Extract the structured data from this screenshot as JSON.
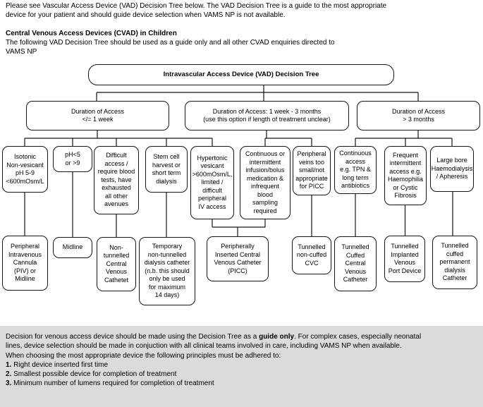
{
  "colors": {
    "background": "#ffffff",
    "footer_background": "#dbdbdb",
    "box_border": "#161616",
    "text": "#000000"
  },
  "intro": {
    "p1": "Please see Vascular Access Device (VAD) Decision Tree below. The VAD Decision Tree is a guide to the most appropriate\ndevice for your patient and should guide device selection when VAMS NP is not available.",
    "heading": "Central Venous Access Devices (CVAD) in Children",
    "p2": "The following VAD Decision Tree should be used as a guide only and all other CVAD enquiries directed to\nVAMS NP"
  },
  "tree": {
    "title": "Intravascular Access Device (VAD) Decision Tree",
    "nodes": {
      "duration_1week": "Duration of Access\n</= 1 week",
      "duration_1wk_3mo": "Duration of Access: 1 week - 3 months\n(use this option if length of treatment unclear)",
      "duration_3mo": "Duration of Access\n> 3 months",
      "isotonic": "Isotonic\nNon-vesicant\npH 5-9\n<600mOsm/L",
      "ph": "pH<5\nor >9",
      "difficult": "Difficult\naccess /\nrequire blood\ntests, have\nexhausted\nall other\navenues",
      "stem_cell": "Stem cell\nharvest or\nshort term\ndialysis",
      "hypertonic": "Hypertonic\nvesicant\n>600mOsm/L,\nlimited /\ndifficult\nperipheral\nIV access",
      "continuous_infusion": "Continuous or\nintermittent\ninfusion/bolus\nmedication &\ninfrequent\nblood\nsampling\nrequired",
      "small_veins": "Peripheral\nveins too\nsmall/not\nappropriate\nfor PICC",
      "continuous_access": "Continuous\naccess\ne.g. TPN &\nlong term\nantibiotics",
      "frequent_access": "Frequent\nintermittent\naccess e.g.\nHaemophilia\nor Cystic\nFibrosis",
      "large_bore": "Large bore\nHaemodialysis\n/ Apheresis",
      "piv": "Peripheral\nIntravenous\nCannula\n(PIV) or\nMidline",
      "midline": "Midline",
      "non_tunnelled": "Non-\ntunnelled\nCentral\nVenous\nCathetet",
      "temporary": "Temporary\nnon-tunnelled\ndialysis catheter\n(n.b. this should\nonly be used\nfor maximum\n14 days)",
      "picc": "Peripherally\nInserted Central\nVenous Catheter\n(PICC)",
      "tunnelled_noncuffed": "Tunnelled\nnon-cuffed\nCVC",
      "tunnelled_cuffed": "Tunnelled\nCuffed\nCentral\nVenous\nCatheter",
      "port_device": "Tunnelled\nImplanted\nVenous\nPort Device",
      "permanent_dialysis": "Tunnelled\ncuffed\npermanent\ndialysis\nCatheter"
    }
  },
  "footer": {
    "p1_pre": "Decision for venous access device should be made using the Decision Tree as a ",
    "p1_bold": "guide only",
    "p1_post": ". For complex cases, especially neonatal lines, device selection should be made in conjuction with all clinical teams involved in care, including VAMS NP when available.",
    "p2": "When choosing the most appropriate device the following principles must be adhered to:",
    "principles": [
      {
        "num": "1.",
        "text": "Right device inserted first time"
      },
      {
        "num": "2.",
        "text": "Smallest possible device for completion of treatment"
      },
      {
        "num": "3.",
        "text": "Minimum number of lumens required for completion of treatment"
      }
    ]
  }
}
